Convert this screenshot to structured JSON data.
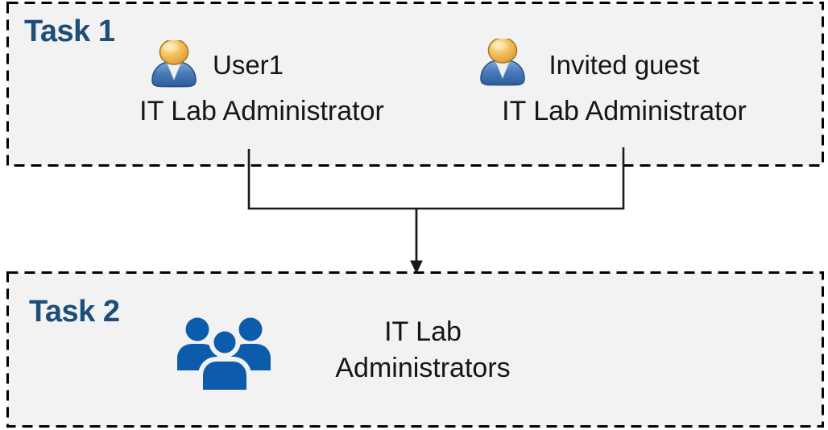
{
  "diagram": {
    "task1": {
      "label": "Task 1",
      "users": [
        {
          "name": "User1",
          "role": "IT Lab Administrator",
          "icon": "single-user-icon"
        },
        {
          "name": "Invited guest",
          "role": "IT Lab Administrator",
          "icon": "single-user-icon"
        }
      ]
    },
    "task2": {
      "label": "Task 2",
      "group": {
        "name": "IT Lab Administrators",
        "name_line1": "IT Lab",
        "name_line2": "Administrators",
        "icon": "user-group-icon"
      }
    },
    "connector": {
      "type": "merge-arrow",
      "description": "two lines merging into one downward arrow from Task 1 users to Task 2 group"
    },
    "colors": {
      "box_background": "#f2f2f2",
      "box_border": "#000000",
      "task_label_text": "#1d4e79",
      "body_text": "#151515",
      "group_icon_blue": "#0d5cab",
      "user_icon_head_gold": "#eab04c",
      "user_icon_body_blue": "#4a7cba",
      "connector_line": "#1a1a1a"
    }
  }
}
